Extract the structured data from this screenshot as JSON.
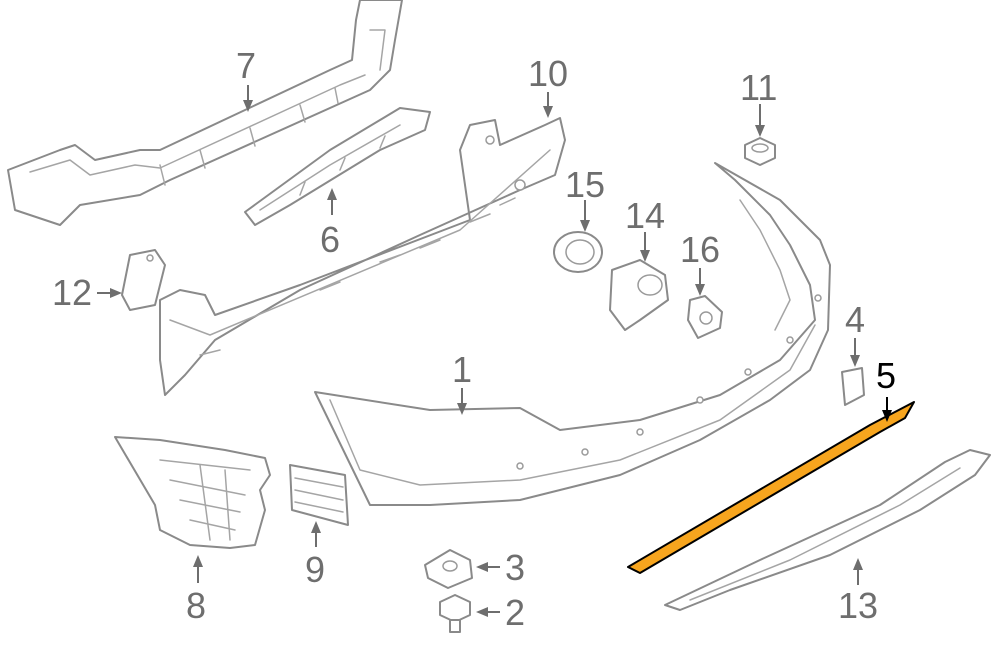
{
  "callouts": [
    {
      "id": "1",
      "label": "1"
    },
    {
      "id": "2",
      "label": "2"
    },
    {
      "id": "3",
      "label": "3"
    },
    {
      "id": "4",
      "label": "4"
    },
    {
      "id": "5",
      "label": "5"
    },
    {
      "id": "6",
      "label": "6"
    },
    {
      "id": "7",
      "label": "7"
    },
    {
      "id": "8",
      "label": "8"
    },
    {
      "id": "9",
      "label": "9"
    },
    {
      "id": "10",
      "label": "10"
    },
    {
      "id": "11",
      "label": "11"
    },
    {
      "id": "12",
      "label": "12"
    },
    {
      "id": "13",
      "label": "13"
    },
    {
      "id": "14",
      "label": "14"
    },
    {
      "id": "15",
      "label": "15"
    },
    {
      "id": "16",
      "label": "16"
    }
  ],
  "colors": {
    "highlight_part": "#F7A51E",
    "highlight_label": "#000000",
    "label": "#6e6e6e",
    "part_stroke": "#8a8a8a"
  }
}
